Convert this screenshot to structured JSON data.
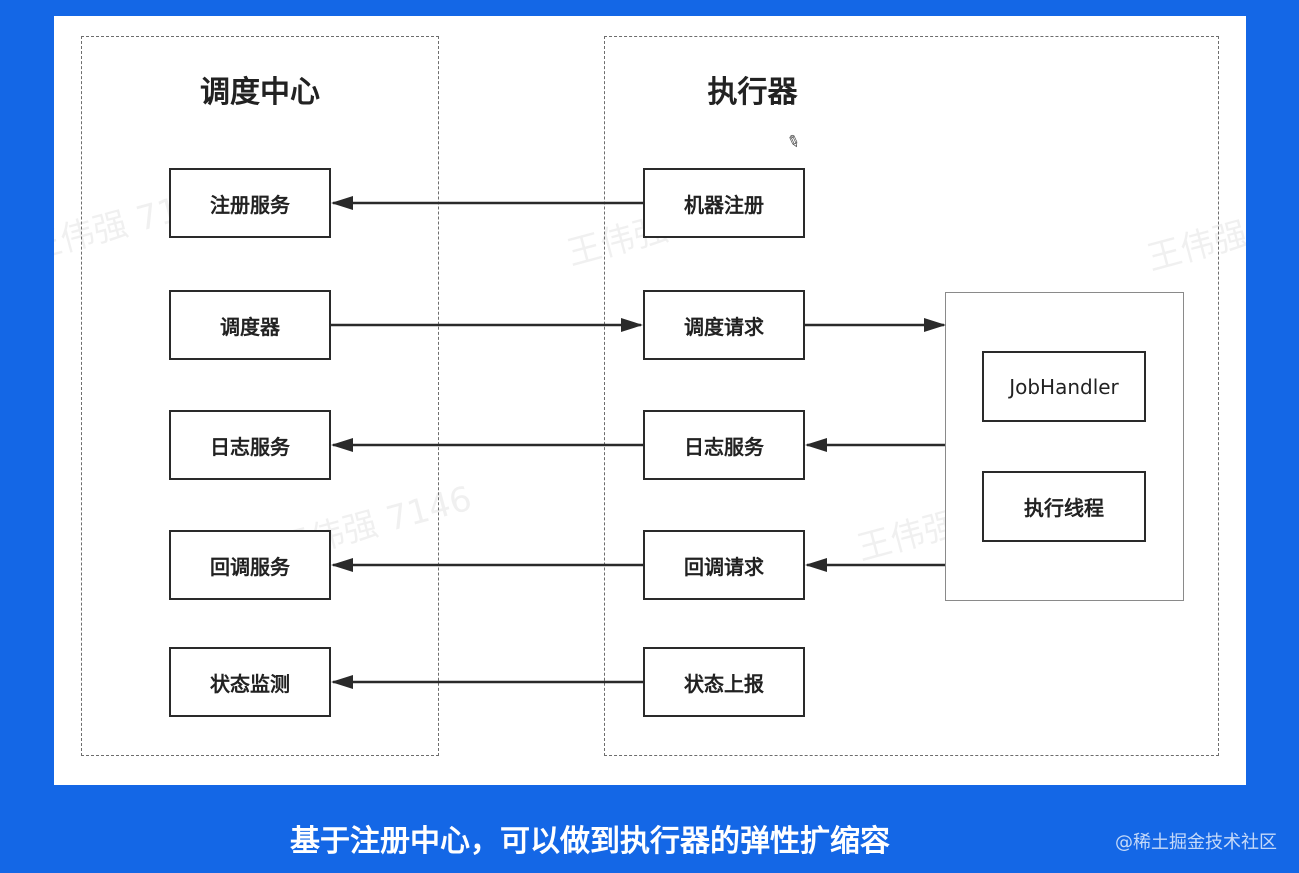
{
  "diagram": {
    "left_group_title": "调度中心",
    "right_group_title": "执行器",
    "left_nodes": [
      "注册服务",
      "调度器",
      "日志服务",
      "回调服务",
      "状态监测"
    ],
    "right_nodes": [
      "机器注册",
      "调度请求",
      "日志服务",
      "回调请求",
      "状态上报"
    ],
    "handler_nodes": [
      "JobHandler",
      "执行线程"
    ],
    "watermark": "王伟强 7146"
  },
  "caption": "基于注册中心，可以做到执行器的弹性扩缩容",
  "credit": "@稀土掘金技术社区",
  "colors": {
    "background": "#1467e6",
    "canvas": "#ffffff",
    "line": "#2a2a2a"
  }
}
